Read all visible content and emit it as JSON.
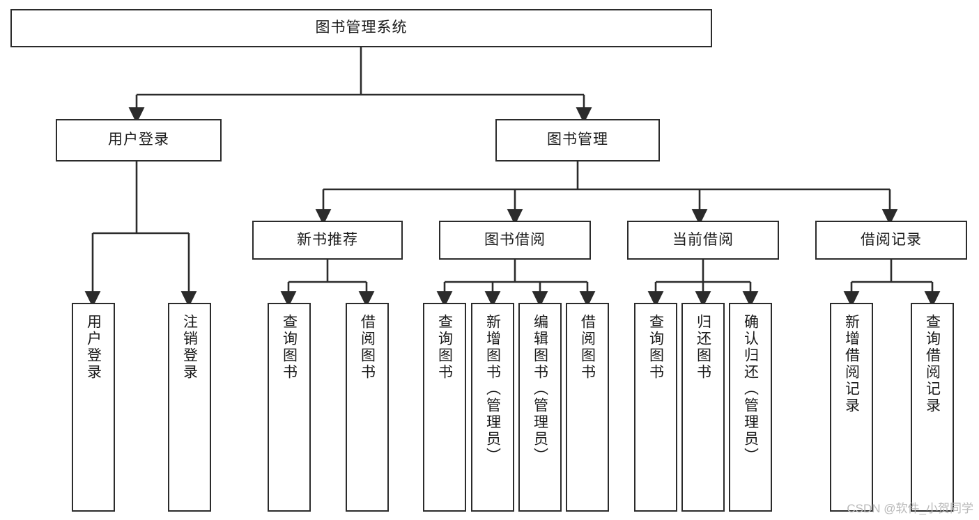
{
  "diagram": {
    "type": "tree",
    "title": "图书管理系统",
    "root": {
      "id": "root",
      "label": "图书管理系统"
    },
    "level2": [
      {
        "id": "user-login",
        "label": "用户登录"
      },
      {
        "id": "book-manage",
        "label": "图书管理"
      }
    ],
    "level3": [
      {
        "id": "new-book-rec",
        "label": "新书推荐",
        "parent": "book-manage"
      },
      {
        "id": "book-borrow",
        "label": "图书借阅",
        "parent": "book-manage"
      },
      {
        "id": "current-borrow",
        "label": "当前借阅",
        "parent": "book-manage"
      },
      {
        "id": "borrow-record",
        "label": "借阅记录",
        "parent": "book-manage"
      }
    ],
    "leaves": [
      {
        "id": "leaf-user-login",
        "label": "用户登录",
        "parent": "user-login"
      },
      {
        "id": "leaf-logout-login",
        "label": "注销登录",
        "parent": "user-login"
      },
      {
        "id": "leaf-query-book-rec",
        "label": "查询图书",
        "parent": "new-book-rec"
      },
      {
        "id": "leaf-borrow-book-rec",
        "label": "借阅图书",
        "parent": "new-book-rec"
      },
      {
        "id": "leaf-query-book-borrow",
        "label": "查询图书",
        "parent": "book-borrow"
      },
      {
        "id": "leaf-add-book",
        "label": "新增图书（管理员）",
        "parent": "book-borrow"
      },
      {
        "id": "leaf-edit-book",
        "label": "编辑图书（管理员）",
        "parent": "book-borrow"
      },
      {
        "id": "leaf-borrow-book",
        "label": "借阅图书",
        "parent": "book-borrow"
      },
      {
        "id": "leaf-query-book-current",
        "label": "查询图书",
        "parent": "current-borrow"
      },
      {
        "id": "leaf-return-book",
        "label": "归还图书",
        "parent": "current-borrow"
      },
      {
        "id": "leaf-confirm-return",
        "label": "确认归还（管理员）",
        "parent": "current-borrow"
      },
      {
        "id": "leaf-add-record",
        "label": "新增借阅记录",
        "parent": "borrow-record"
      },
      {
        "id": "leaf-query-record",
        "label": "查询借阅记录",
        "parent": "borrow-record"
      }
    ],
    "colors": {
      "stroke": "#2b2b2b",
      "fill": "#ffffff",
      "text": "#1a1a1a",
      "watermark": "#b9b9b9"
    }
  },
  "watermark": {
    "text": "CSDN @软件_小贺同学"
  }
}
